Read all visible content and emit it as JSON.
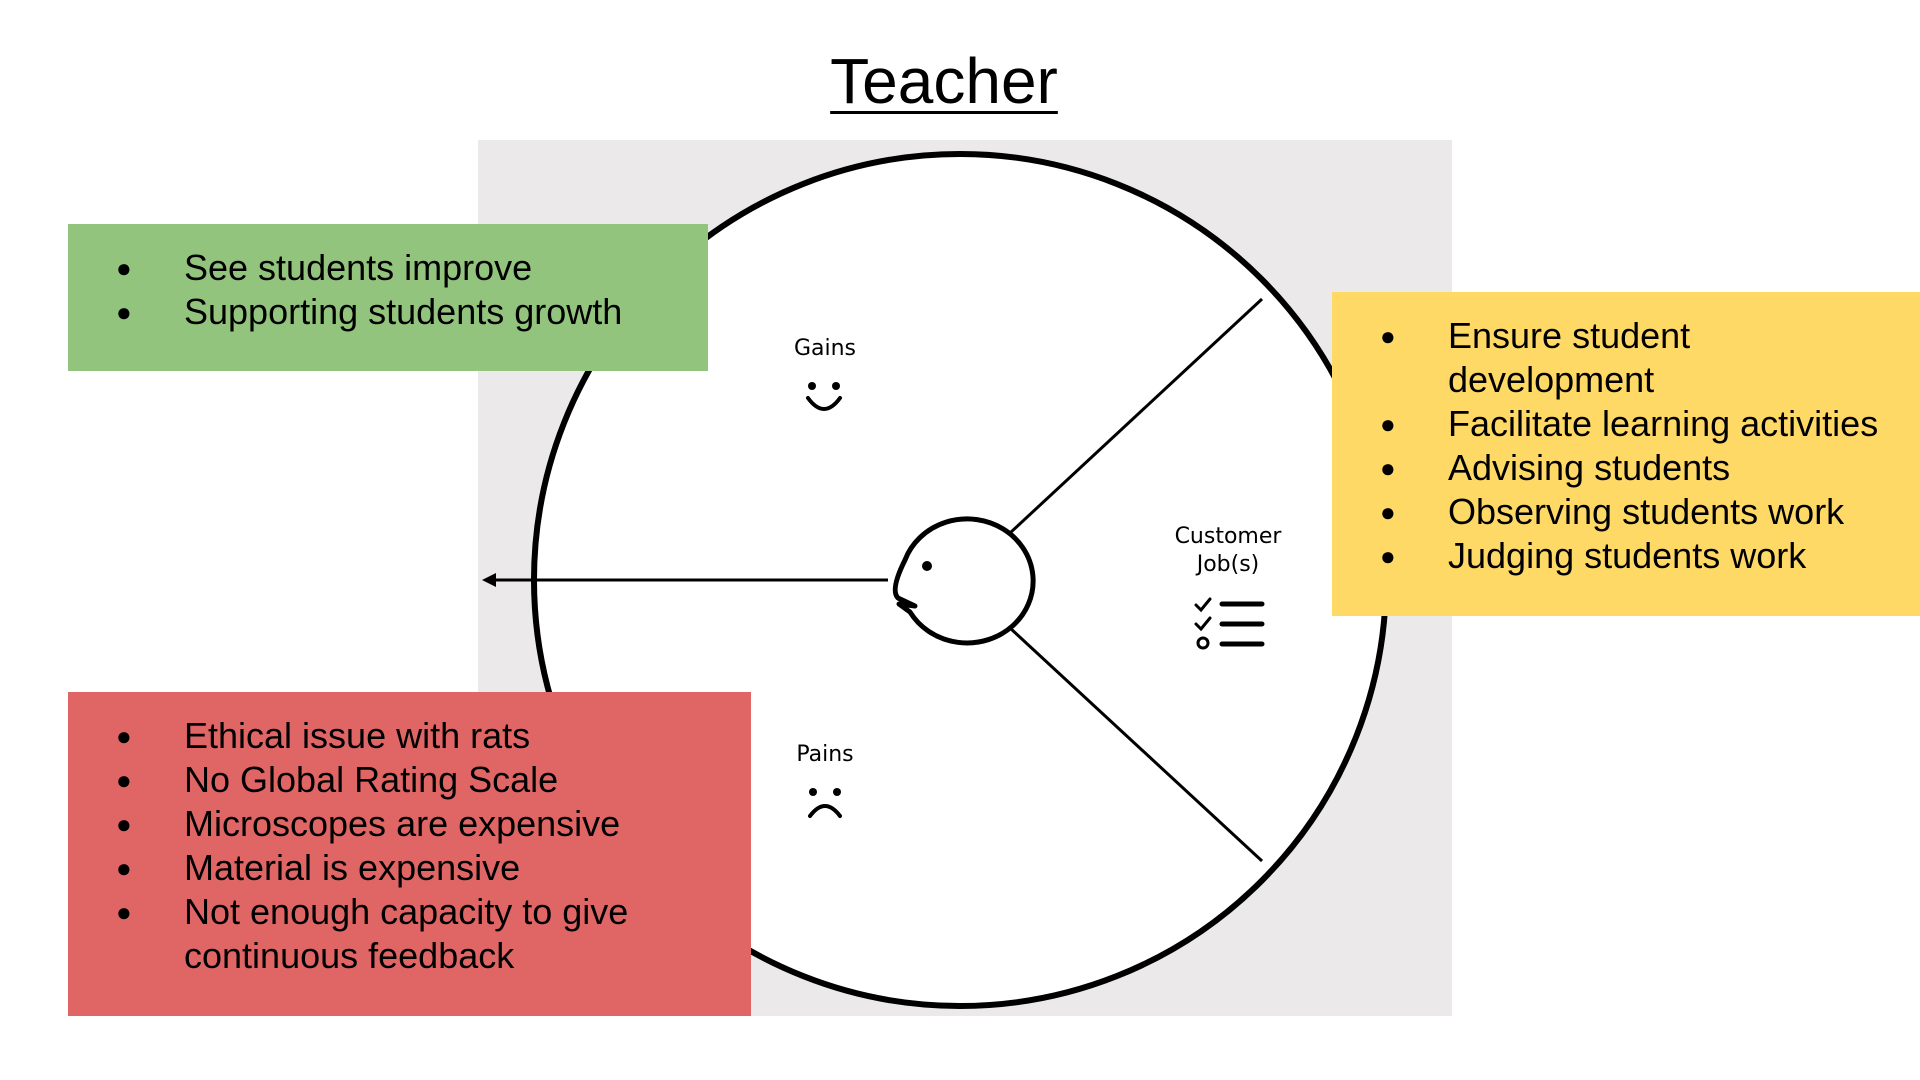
{
  "title": "Teacher",
  "canvas_labels": {
    "gains": "Gains",
    "pains": "Pains",
    "jobs_line1": "Customer",
    "jobs_line2": "Job(s)"
  },
  "icons": {
    "gains": "smiley-face-icon",
    "pains": "frowny-face-icon",
    "jobs": "checklist-icon",
    "customer": "customer-head-icon"
  },
  "gains_note": {
    "color": "#93c47d",
    "items": [
      "See students improve",
      "Supporting students growth"
    ]
  },
  "jobs_note": {
    "color": "#ffd966",
    "items": [
      "Ensure student development",
      "Facilitate learning activities",
      "Advising students",
      "Observing students work",
      "Judging students work"
    ]
  },
  "pains_note": {
    "color": "#e06666",
    "items": [
      "Ethical issue with rats",
      "No Global Rating Scale",
      "Microscopes are expensive",
      "Material is expensive",
      "Not enough capacity to give continuous feedback"
    ]
  }
}
